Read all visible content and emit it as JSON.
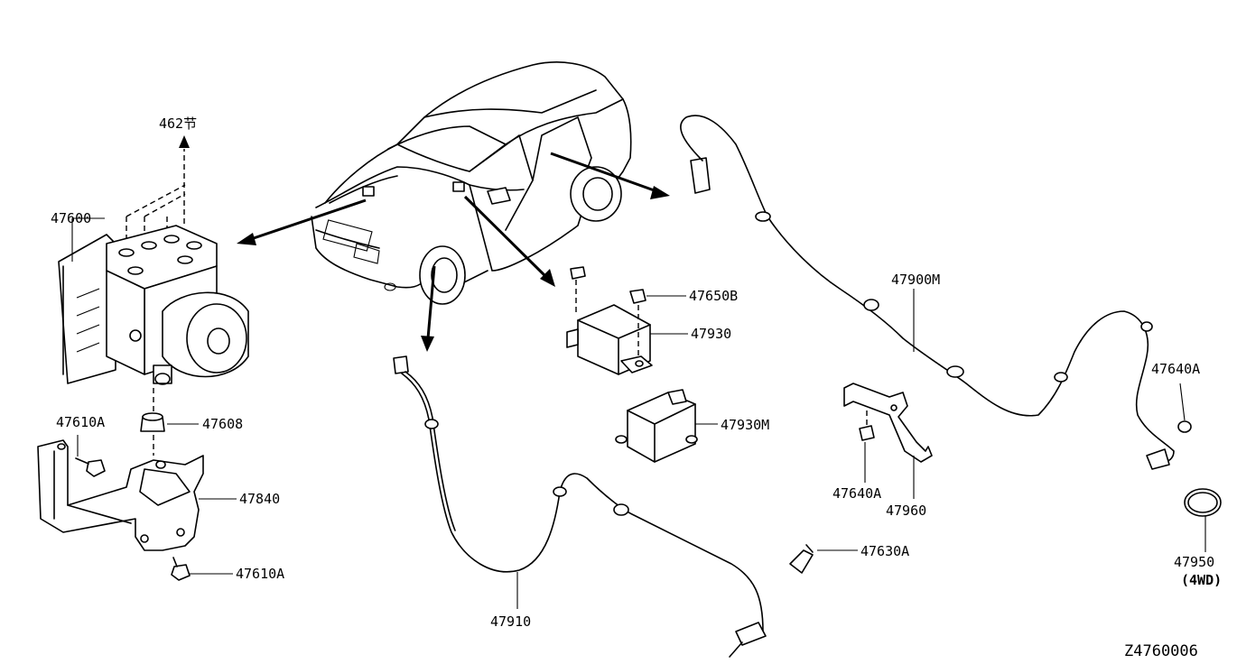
{
  "labels": {
    "ref_462": "462节",
    "p47600": "47600",
    "p47608": "47608",
    "p47610a_top": "47610A",
    "p47610a_bottom": "47610A",
    "p47840": "47840",
    "p47650b": "47650B",
    "p47930": "47930",
    "p47930m": "47930M",
    "p47910": "47910",
    "p47630a": "47630A",
    "p47900m": "47900M",
    "p47640a_right": "47640A",
    "p47640a_mid": "47640A",
    "p47960": "47960",
    "p47950": "47950",
    "p47950_note": "(4WD)",
    "diagram_code": "Z4760006"
  }
}
